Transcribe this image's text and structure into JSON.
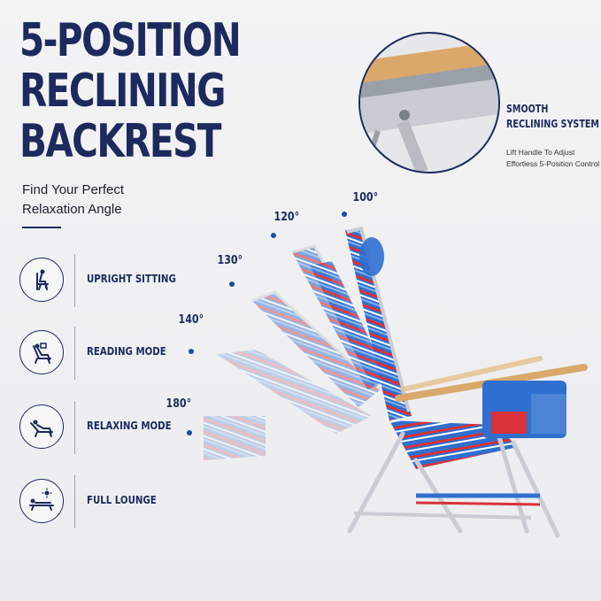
{
  "headline": [
    "5-POSITION",
    "RECLINING",
    "BACKREST"
  ],
  "subtitle": [
    "Find Your Perfect",
    "Relaxation Angle"
  ],
  "modes": [
    {
      "label": "UPRIGHT SITTING",
      "icon": "upright-sitting-icon"
    },
    {
      "label": "READING MODE",
      "icon": "reading-mode-icon"
    },
    {
      "label": "RELAXING MODE",
      "icon": "relaxing-mode-icon"
    },
    {
      "label": "FULL LOUNGE",
      "icon": "full-lounge-icon"
    }
  ],
  "angles": [
    "100°",
    "120°",
    "130°",
    "140°",
    "180°"
  ],
  "feature": {
    "title": [
      "SMOOTH",
      "RECLINING SYSTEM"
    ],
    "desc": [
      "Lift Handle To Adjust",
      "Effortless 5-Position Control"
    ]
  },
  "colors": {
    "navy": "#1c2a5e",
    "accent_blue": "#1c4aa8",
    "chair_blue": "#2f6fd0",
    "chair_red": "#d8323a",
    "frame": "#c9ccd2",
    "wood": "#d9a86a"
  }
}
